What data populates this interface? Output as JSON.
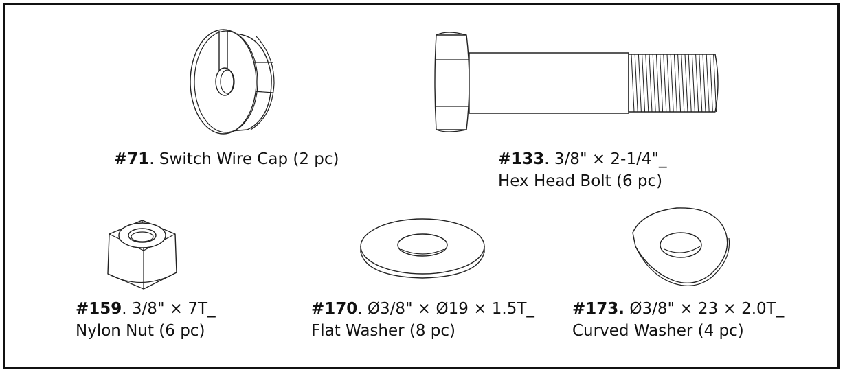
{
  "parts": [
    {
      "number": "#71",
      "sep": ". ",
      "line1": "Switch Wire Cap (2 pc)",
      "line2": "",
      "icon": "switch-wire-cap-icon"
    },
    {
      "number": "#133",
      "sep": ". ",
      "line1": "3/8\" × 2-1/4\"_",
      "line2": "Hex Head Bolt (6 pc)",
      "icon": "hex-head-bolt-icon"
    },
    {
      "number": "#159",
      "sep": ". ",
      "line1": "3/8\" × 7T_",
      "line2": "Nylon Nut (6 pc)",
      "icon": "nylon-nut-icon"
    },
    {
      "number": "#170",
      "sep": ". ",
      "line1": "Ø3/8\" × Ø19 × 1.5T_",
      "line2": "Flat Washer (8 pc)",
      "icon": "flat-washer-icon"
    },
    {
      "number": "#173.",
      "sep": " ",
      "line1": "Ø3/8\" × 23 × 2.0T_",
      "line2": "Curved Washer (4 pc)",
      "icon": "curved-washer-icon"
    }
  ]
}
